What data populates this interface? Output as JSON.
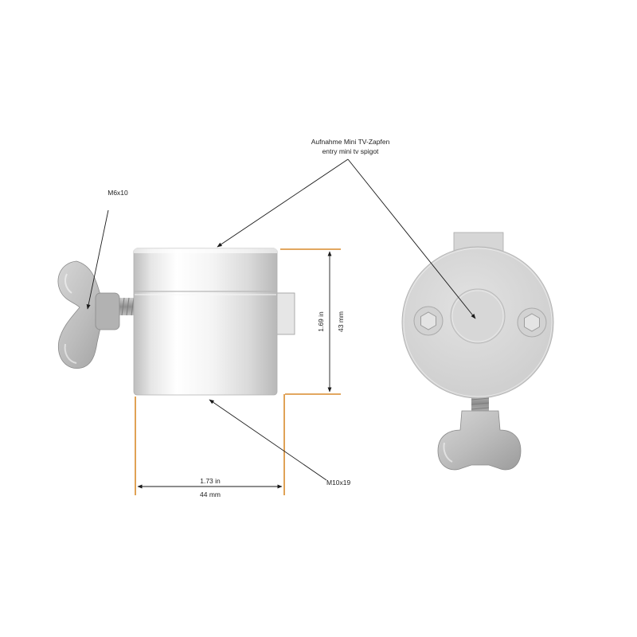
{
  "labels": {
    "spigot_de": "Aufnahme Mini TV-Zapfen",
    "spigot_en": "entry mini tv spigot",
    "wing_screw": "M6x10",
    "bottom_screw": "M10x19",
    "height_in": "1.69 in",
    "height_mm": "43 mm",
    "width_in": "1.73 in",
    "width_mm": "44 mm"
  },
  "colors": {
    "dimension_accent": "#d98a2b",
    "leader_line": "#1a1a1a",
    "metal_light": "#f1f1f1",
    "metal_mid": "#d9d9d9",
    "metal_dark": "#a9a9a9"
  },
  "icons": {
    "wing_screw": "wing-screw-icon",
    "hex_socket": "hex-socket-icon"
  }
}
